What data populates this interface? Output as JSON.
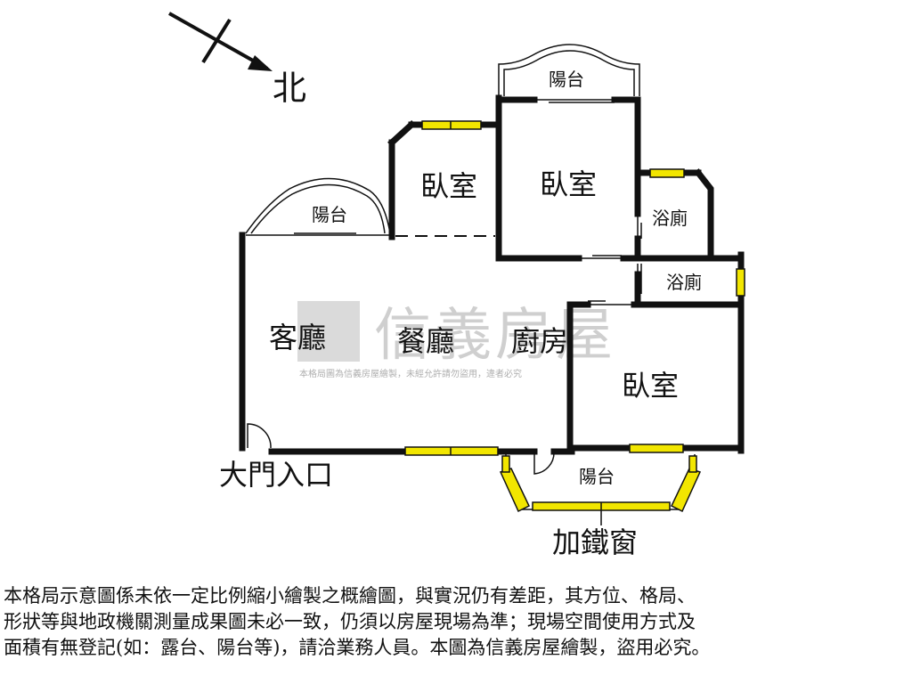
{
  "compass": {
    "north_label": "北"
  },
  "rooms": {
    "bedroom_1": "臥室",
    "bedroom_2": "臥室",
    "bedroom_3": "臥室",
    "balcony_top_left": "陽台",
    "balcony_top_right": "陽台",
    "balcony_bottom": "陽台",
    "bathroom_1": "浴廁",
    "bathroom_2": "浴廁",
    "living_room": "客廳",
    "dining_room": "餐廳",
    "kitchen": "廚房"
  },
  "labels": {
    "entrance": "大門入口",
    "iron_window": "加鐵窗"
  },
  "watermark": {
    "brand": "信義房屋",
    "notice": "本格局圖為信義房屋繪製，未經允許請勿盜用，違者必究"
  },
  "disclaimer": {
    "line1": "本格局示意圖係未依一定比例縮小繪製之概繪圖，與實況仍有差距，其方位、格局、",
    "line2": "形狀等與地政機關測量成果圖未必一致，仍須以房屋現場為準；現場空間使用方式及",
    "line3": "面積有無登記(如：露台、陽台等)，請洽業務人員。本圖為信義房屋繪製，盜用必究。"
  },
  "colors": {
    "wall": "#111111",
    "window": "#f2e600",
    "watermark": "#a9a9a9"
  }
}
